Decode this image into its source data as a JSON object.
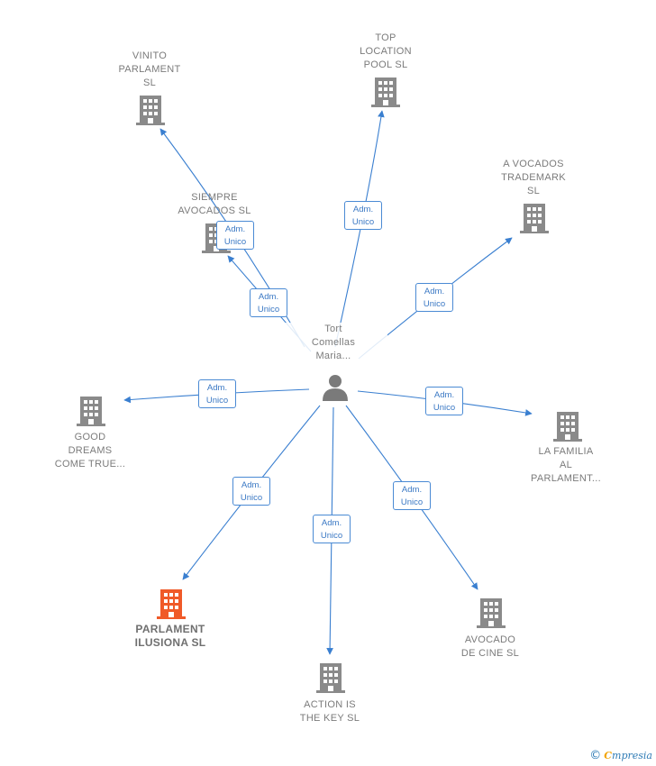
{
  "center": {
    "name": "Tort\nComellas\nMaria..."
  },
  "companies": [
    {
      "id": "vinito",
      "name": "VINITO\nPARLAMENT\nSL",
      "highlight": false
    },
    {
      "id": "top-location",
      "name": "TOP\nLOCATION\nPOOL  SL",
      "highlight": false
    },
    {
      "id": "a-vocados",
      "name": "A VOCADOS\nTRADEMARK\nSL",
      "highlight": false
    },
    {
      "id": "siempre-avocados",
      "name": "SIEMPRE\nAVOCADOS  SL",
      "highlight": false
    },
    {
      "id": "good-dreams",
      "name": "GOOD\nDREAMS\nCOME TRUE...",
      "highlight": false
    },
    {
      "id": "la-familia",
      "name": "LA FAMILIA\nAL\nPARLAMENT...",
      "highlight": false
    },
    {
      "id": "parlament-ilusiona",
      "name": "PARLAMENT\nILUSIONA  SL",
      "highlight": true
    },
    {
      "id": "action-is-the-key",
      "name": "ACTION IS\nTHE KEY  SL",
      "highlight": false
    },
    {
      "id": "avocado-de-cine",
      "name": "AVOCADO\nDE CINE  SL",
      "highlight": false
    }
  ],
  "edge_label": "Adm.\nUnico",
  "colors": {
    "edge": "#3a7fd0",
    "building": "#8a8a8a",
    "highlight": "#f05a28",
    "person": "#7a7a7a"
  },
  "brand": {
    "copyright": "©",
    "e": "C",
    "rest": "mpresia"
  }
}
